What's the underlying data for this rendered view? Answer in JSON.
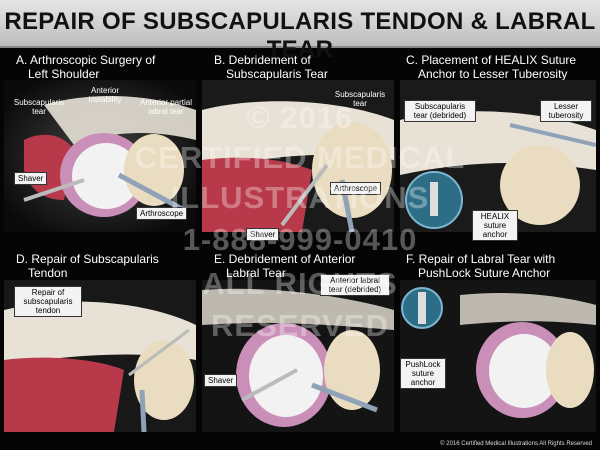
{
  "title": "REPAIR OF SUBSCAPULARIS TENDON & LABRAL TEAR",
  "panels": {
    "a": {
      "caption_line1": "A. Arthroscopic Surgery of",
      "caption_line2": "Left Shoulder",
      "labels": {
        "subscapularis_tear": "Subscapularis tear",
        "anterior_instability": "Anterior instability",
        "anterior_partial_labral_tear": "Anterior partial labral tear",
        "shaver": "Shaver",
        "arthroscope": "Arthroscope"
      }
    },
    "b": {
      "caption_line1": "B. Debridement of",
      "caption_line2": "Subscapularis Tear",
      "labels": {
        "subscapularis_tear": "Subscapularis tear",
        "arthroscope": "Arthroscope",
        "shaver": "Shaver"
      }
    },
    "c": {
      "caption_line1": "C. Placement of HEALIX Suture",
      "caption_line2": "Anchor to Lesser Tuberosity",
      "labels": {
        "subscapularis_tear_debrided": "Subscapularis tear (debrided)",
        "lesser_tuberosity": "Lesser tuberosity",
        "healix_suture_anchor": "HEALIX suture anchor"
      }
    },
    "d": {
      "caption_line1": "D. Repair of Subscapularis",
      "caption_line2": "Tendon",
      "labels": {
        "repair_of_subscapularis_tendon": "Repair of subscapularis tendon"
      }
    },
    "e": {
      "caption_line1": "E. Debridement of Anterior",
      "caption_line2": "Labral Tear",
      "labels": {
        "anterior_labral_tear_debrided": "Anterior labral tear (debrided)",
        "shaver": "Shaver"
      }
    },
    "f": {
      "caption_line1": "F. Repair of Labral Tear with",
      "caption_line2": "PushLock Suture Anchor",
      "labels": {
        "pushlock_suture_anchor": "PushLock suture anchor"
      }
    }
  },
  "watermark": {
    "line1": "© 2016",
    "line2": "CERTIFIED MEDICAL",
    "line3": "ILLUSTRATIONS",
    "line4": "1-888-999-0410",
    "line5": "ALL RIGHTS",
    "line6": "RESERVED"
  },
  "copyright": "© 2016 Certified Medical Illustrations All Rights Reserved",
  "colors": {
    "muscle": "#b83a4a",
    "tendon": "#e8e2d6",
    "bone": "#e9dcc0",
    "labrum": "#c98fb8",
    "instrument": "#8fa2b8"
  }
}
